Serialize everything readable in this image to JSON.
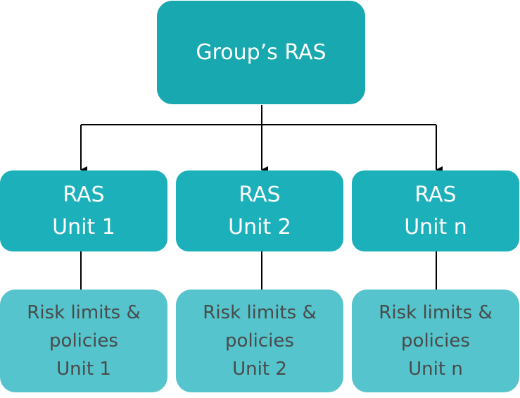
{
  "root": {
    "label": "Group’s RAS"
  },
  "units": [
    {
      "line1": "RAS",
      "line2": "Unit 1"
    },
    {
      "line1": "RAS",
      "line2": "Unit 2"
    },
    {
      "line1": "RAS",
      "line2": "Unit n"
    }
  ],
  "leaves": [
    {
      "line1": "Risk limits &",
      "line2": "policies",
      "line3": "Unit 1"
    },
    {
      "line1": "Risk limits &",
      "line2": "policies",
      "line3": "Unit 2"
    },
    {
      "line1": "Risk limits &",
      "line2": "policies",
      "line3": "Unit n"
    }
  ],
  "colors": {
    "root_fill": "#17a8b0",
    "unit_fill": "#1cb0bb",
    "leaf_fill": "#55c4cc",
    "leaf_text": "#4a4a4a",
    "connector": "#000000"
  }
}
